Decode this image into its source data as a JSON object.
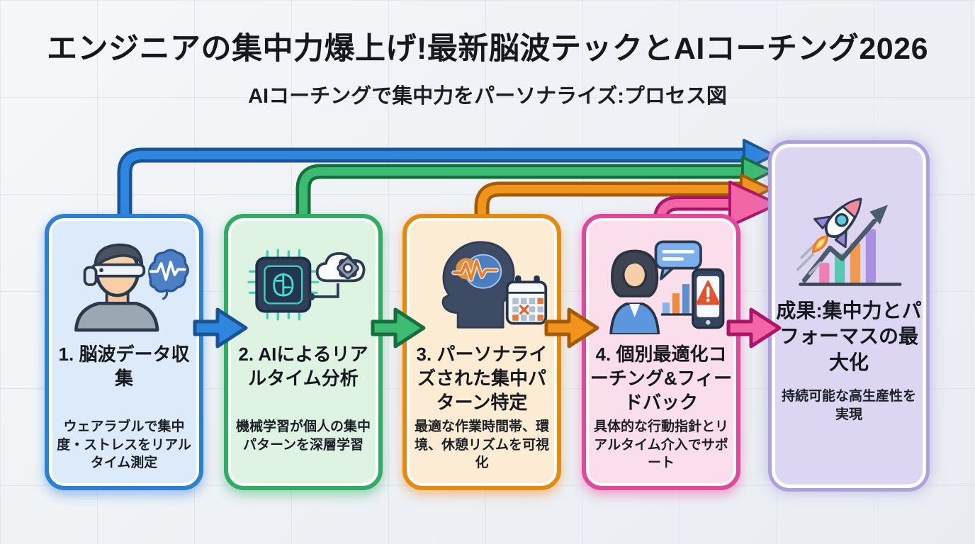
{
  "page": {
    "title": "エンジニアの集中力爆上げ!最新脳波テックとAIコーチング2026",
    "subtitle": "AIコーチングで集中力をパーソナライズ:プロセス図"
  },
  "colors": {
    "background": "#eef1f5",
    "title_text": "#15181d",
    "grid_line": "rgba(186,196,210,0.25)"
  },
  "steps": [
    {
      "id": 1,
      "title": "1. 脳波データ収集",
      "description": "ウェアラブルで集中度・ストレスをリアルタイム測定",
      "icons": [
        "eeg-wearable-user-icon",
        "brainwave-icon"
      ],
      "colors": {
        "border": "#2b7fd6",
        "fill": "#ddeaf9",
        "glow": "rgba(43,127,214,0.45)",
        "core": "#2e86de",
        "dark": "#1a5496"
      }
    },
    {
      "id": 2,
      "title": "2. AIによるリアルタイム分析",
      "description": "機械学習が個人の集中パターンを深層学習",
      "icons": [
        "ai-chip-brain-icon",
        "cloud-gear-icon"
      ],
      "colors": {
        "border": "#2fae63",
        "fill": "#def3e2",
        "glow": "rgba(47,174,99,0.45)",
        "core": "#3cbb72",
        "dark": "#146f3c"
      }
    },
    {
      "id": 3,
      "title": "3. パーソナライズされた集中パターン特定",
      "description": "最適な作業時間帯、環境、休憩リズムを可視化",
      "icons": [
        "head-brainwave-icon",
        "calendar-icon"
      ],
      "colors": {
        "border": "#e8890f",
        "fill": "#fcecd3",
        "glow": "rgba(232,137,15,0.45)",
        "core": "#f0941c",
        "dark": "#a35a02"
      }
    },
    {
      "id": 4,
      "title": "4. 個別最適化コーチング&フィードバック",
      "description": "具体的な行動指針とリアルタイム介入でサポート",
      "icons": [
        "coach-icon",
        "chat-bubble-icon",
        "bar-chart-icon",
        "phone-alert-icon"
      ],
      "colors": {
        "border": "#e2479a",
        "fill": "#fadeec",
        "glow": "rgba(226,71,154,0.45)",
        "core": "#f266a6",
        "dark": "#ad1468"
      }
    },
    {
      "id": 5,
      "title": "成果:集中力とパフォーマスの最大化",
      "description": "持続可能な高生産性を実現",
      "icons": [
        "rocket-icon",
        "growth-chart-icon",
        "speed-lines-icon"
      ],
      "colors": {
        "border": "#ada0de",
        "fill": "#dcd6f3",
        "glow": "rgba(160,140,215,0.55)"
      }
    }
  ],
  "flow": {
    "sequential_arrows": [
      "step1->step2",
      "step2->step3",
      "step3->step4",
      "step4->step5"
    ],
    "convergence_arrows": [
      "step1->step5",
      "step2->step5",
      "step3->step5",
      "step4->step5"
    ]
  }
}
